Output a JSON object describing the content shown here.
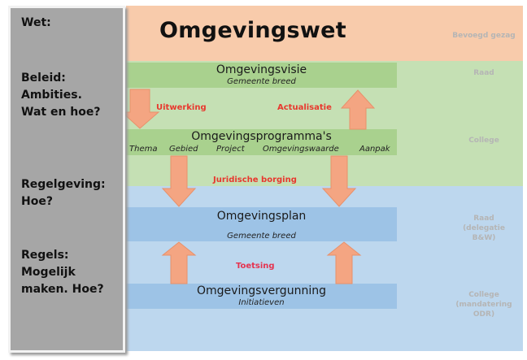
{
  "header": {
    "title": "Omgevingswet"
  },
  "levels": [
    {
      "title": "Omgevingsvisie",
      "subtitle": "Gemeente breed",
      "role": "Raad"
    },
    {
      "title": "Omgevingsprogramma's",
      "items": [
        "Thema",
        "Gebied",
        "Project",
        "Omgevingswaarde",
        "Aanpak"
      ],
      "role": "College"
    },
    {
      "title": "Omgevingsplan",
      "subtitle": "Gemeente breed",
      "role": "Raad (delegatie B&W)"
    },
    {
      "title": "Omgevingsvergunning",
      "subtitle": "Initiatieven",
      "role": "College (mandatering ODR)"
    }
  ],
  "roles_header": "Bevoegd gezag",
  "relations": {
    "down1": "Uitwerking",
    "up1": "Actualisatie",
    "down2": "Juridische borging",
    "up2": "Toetsing"
  },
  "side_panel": {
    "wet": "Wet:",
    "beleid": [
      "Beleid:",
      "Ambities.",
      "Wat en hoe?"
    ],
    "regelgeving": [
      "Regelgeving:",
      "Hoe?"
    ],
    "regels": [
      "Regels:",
      "Mogelijk",
      "maken. Hoe?"
    ]
  },
  "colors": {
    "law_band": "#f8cbab",
    "policy_band": "#c5e0b4",
    "rules_band": "#bdd7ee",
    "arrow": "#f4a582",
    "relation_text": "#e8382e"
  }
}
